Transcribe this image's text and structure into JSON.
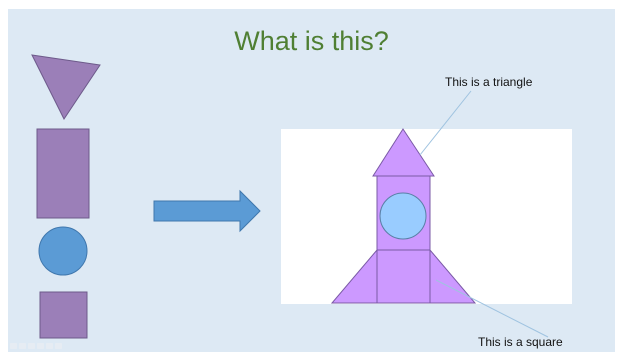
{
  "slide": {
    "title": "What is this?",
    "labels": {
      "triangle": "This is a triangle",
      "square": "This is a square"
    },
    "colors": {
      "background": "#dde9f4",
      "title": "#4f7f33",
      "shape_purple": "#9b7fb8",
      "shape_blue": "#5b9bd5",
      "rocket_purple": "#cc99ff",
      "rocket_window": "#99ccff",
      "arrow": "#5b9bd5"
    },
    "icons": {
      "left_shapes": [
        "triangle-shape",
        "rectangle-shape",
        "circle-shape",
        "square-shape"
      ],
      "arrow": "right-arrow-icon",
      "rocket": [
        "rocket-nose-triangle",
        "rocket-body-rectangle",
        "rocket-window-circle",
        "rocket-base-square",
        "rocket-fin-left",
        "rocket-fin-right"
      ]
    }
  }
}
